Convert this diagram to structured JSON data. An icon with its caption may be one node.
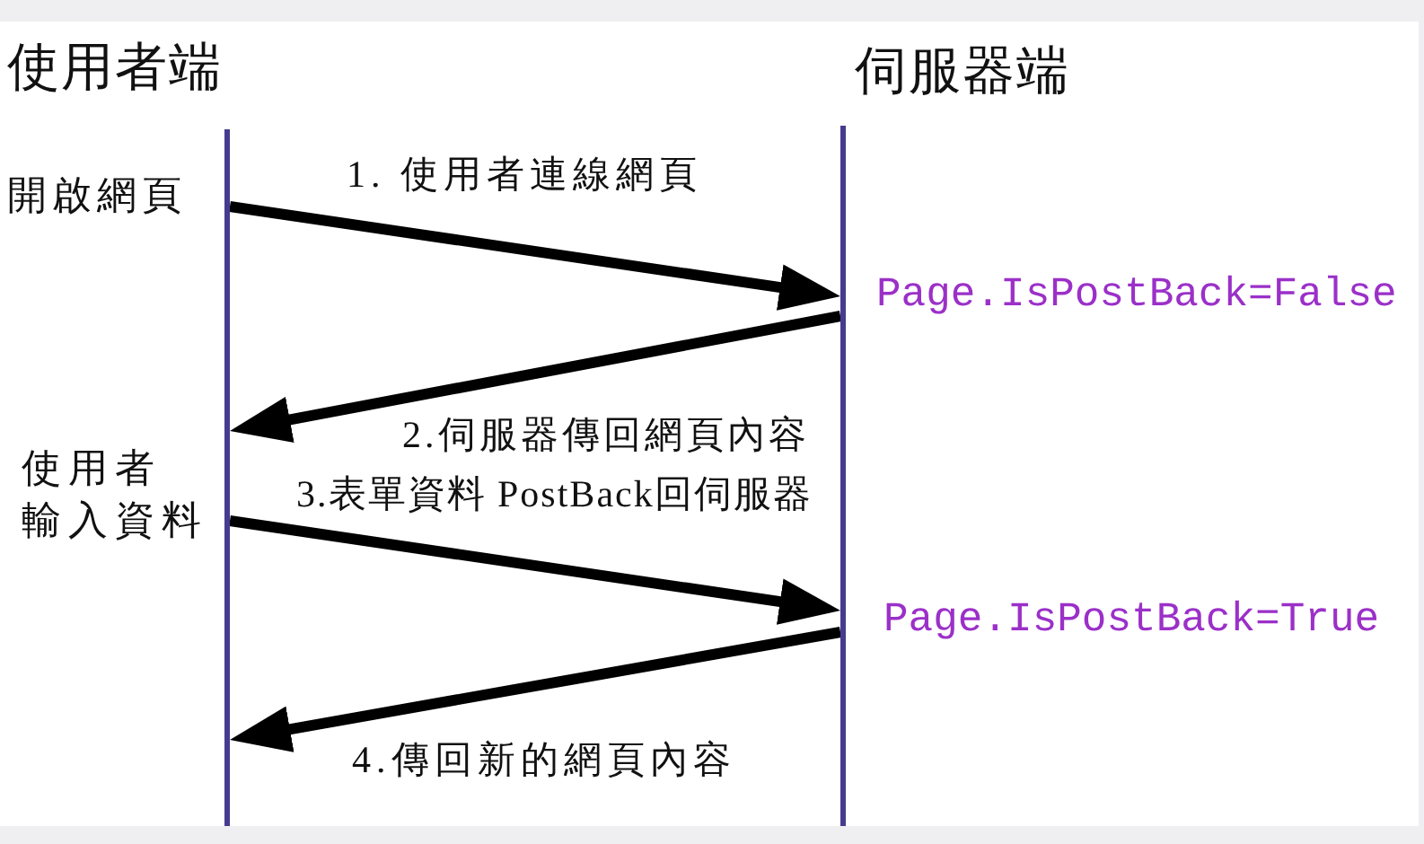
{
  "diagram": {
    "nodes": [
      {
        "text": [
          "使用者端",
          "開啟網頁",
          "使用者輸入資料"
        ]
      },
      {
        "text": [
          "伺服器端",
          "Page.IsPostBack=False",
          "Page.IsPostBack=True"
        ]
      }
    ],
    "edges": [
      {
        "from": 0,
        "to": 1,
        "arrow": "to",
        "label": "1. 使用者連線網頁"
      },
      {
        "from": 1,
        "to": 0,
        "arrow": "to",
        "label": "2.伺服器傳回網頁內容"
      },
      {
        "from": 0,
        "to": 1,
        "arrow": "to",
        "label": "3.表單資料 PostBack回伺服器"
      },
      {
        "from": 1,
        "to": 0,
        "arrow": "to",
        "label": "4.傳回新的網頁內容"
      }
    ]
  }
}
